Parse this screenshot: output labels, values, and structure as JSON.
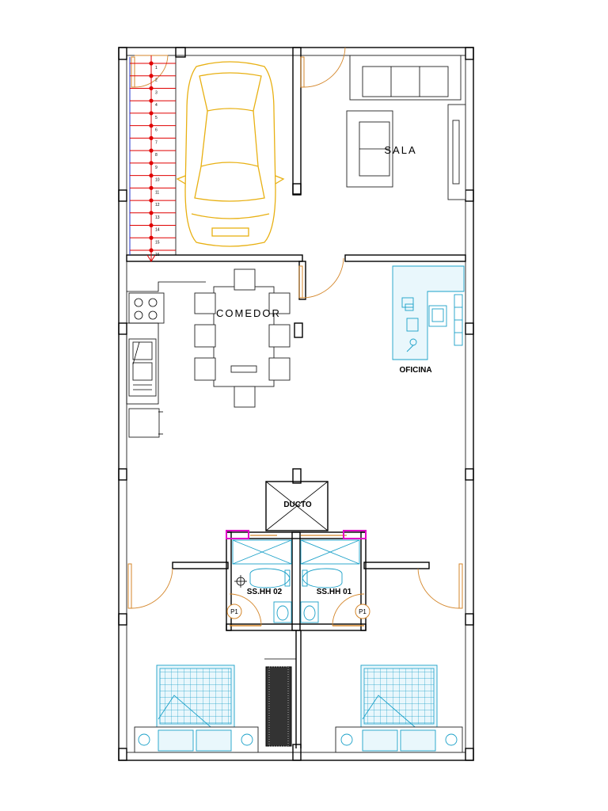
{
  "rooms": {
    "sala": "SALA",
    "comedor": "COMEDOR",
    "oficina": "OFICINA",
    "ducto": "DUCTO",
    "sshh_02": "SS.HH 02",
    "sshh_01": "SS.HH 01"
  },
  "door_tags": {
    "left": "P1",
    "right": "P1"
  },
  "stairs": {
    "steps": [
      "1",
      "2",
      "3",
      "4",
      "5",
      "6",
      "7",
      "8",
      "9",
      "10",
      "11",
      "12",
      "13",
      "14",
      "15",
      "16"
    ]
  },
  "colors": {
    "wall": "#000000",
    "door": "#d4862a",
    "stair": "#e00000",
    "car": "#e8b012",
    "bathroom_fixture": "#1aa0c8",
    "bed": "#1aa0c8",
    "highlight": "#e000c8"
  }
}
